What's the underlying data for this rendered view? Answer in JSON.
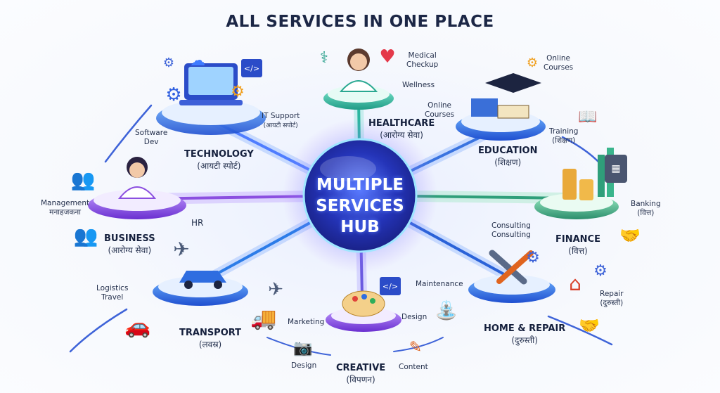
{
  "title": "ALL SERVICES IN ONE PLACE",
  "hub": {
    "line1": "MULTIPLE",
    "line2": "SERVICES",
    "line3": "HUB"
  },
  "categories": {
    "technology": {
      "name": "TECHNOLOGY",
      "sub": "(आयटी स्पोर्ट)"
    },
    "healthcare": {
      "name": "HEALTHCARE",
      "sub": "(आरोग्य सेवा)"
    },
    "education": {
      "name": "EDUCATION",
      "sub": "(शिक्षण)"
    },
    "business": {
      "name": "BUSINESS",
      "sub": "(आरोग्य सेवा)"
    },
    "finance": {
      "name": "FINANCE",
      "sub": "(वित्त)"
    },
    "transport": {
      "name": "TRANSPORT",
      "sub": "(लवस्र)"
    },
    "creative": {
      "name": "CREATIVE",
      "sub": "(विपणन)"
    },
    "home_repair": {
      "name": "HOME & REPAIR",
      "sub": "(दुरुस्ती)"
    }
  },
  "labels": {
    "it_support": "IT Support",
    "it_support_sub": "(आयटी सपोर्ट)",
    "software": "Software",
    "dev": "Dev",
    "medical": "Medical",
    "checkup": "Checkup",
    "wellness": "Wellness",
    "online_courses_1a": "Online",
    "online_courses_1b": "Courses",
    "online_courses_2a": "Online",
    "online_courses_2b": "Courses",
    "training": "Training",
    "training_sub": "(शिक्षण)",
    "management": "Management",
    "management_sub": "मनाहजकना",
    "hr": "HR",
    "banking": "Banking",
    "banking_sub": "(वित्त)",
    "consulting_1": "Consulting",
    "consulting_2": "Consulting",
    "logistics": "Logistics",
    "travel": "Travel",
    "marketing": "Marketing",
    "design_1": "Design",
    "design_2": "Design",
    "content": "Content",
    "maintenance": "Maintenance",
    "repair": "Repair",
    "repair_sub": "(दुरुस्ती)"
  },
  "icons": {
    "gear": "gear-icon",
    "laptop": "laptop-icon",
    "cloud": "cloud-upload-icon",
    "code": "code-icon",
    "doctor": "doctor-icon",
    "stethoscope": "stethoscope-icon",
    "heart": "heart-pulse-icon",
    "graduation": "graduation-cap-icon",
    "books": "books-icon",
    "coins": "coins-icon",
    "chart": "bar-chart-icon",
    "calculator": "calculator-icon",
    "handshake": "handshake-icon",
    "car": "car-icon",
    "airplane": "airplane-icon",
    "truck": "truck-icon",
    "palette": "palette-icon",
    "camera": "camera-icon",
    "pencil": "pencil-icon",
    "wrench": "wrench-icon",
    "house": "house-icon",
    "faucet": "faucet-icon",
    "people": "people-icon"
  },
  "colors": {
    "title": "#1c2746",
    "hub_core": "#2b3fd6",
    "hub_glow": "#6fd8ff",
    "tech": "#3f6df5",
    "health": "#27b6a0",
    "education": "#3a74e0",
    "business": "#8b4fe0",
    "finance": "#2f9f7a",
    "transport": "#2c7ce8",
    "creative": "#6a5ae0",
    "home": "#2a62d8"
  }
}
